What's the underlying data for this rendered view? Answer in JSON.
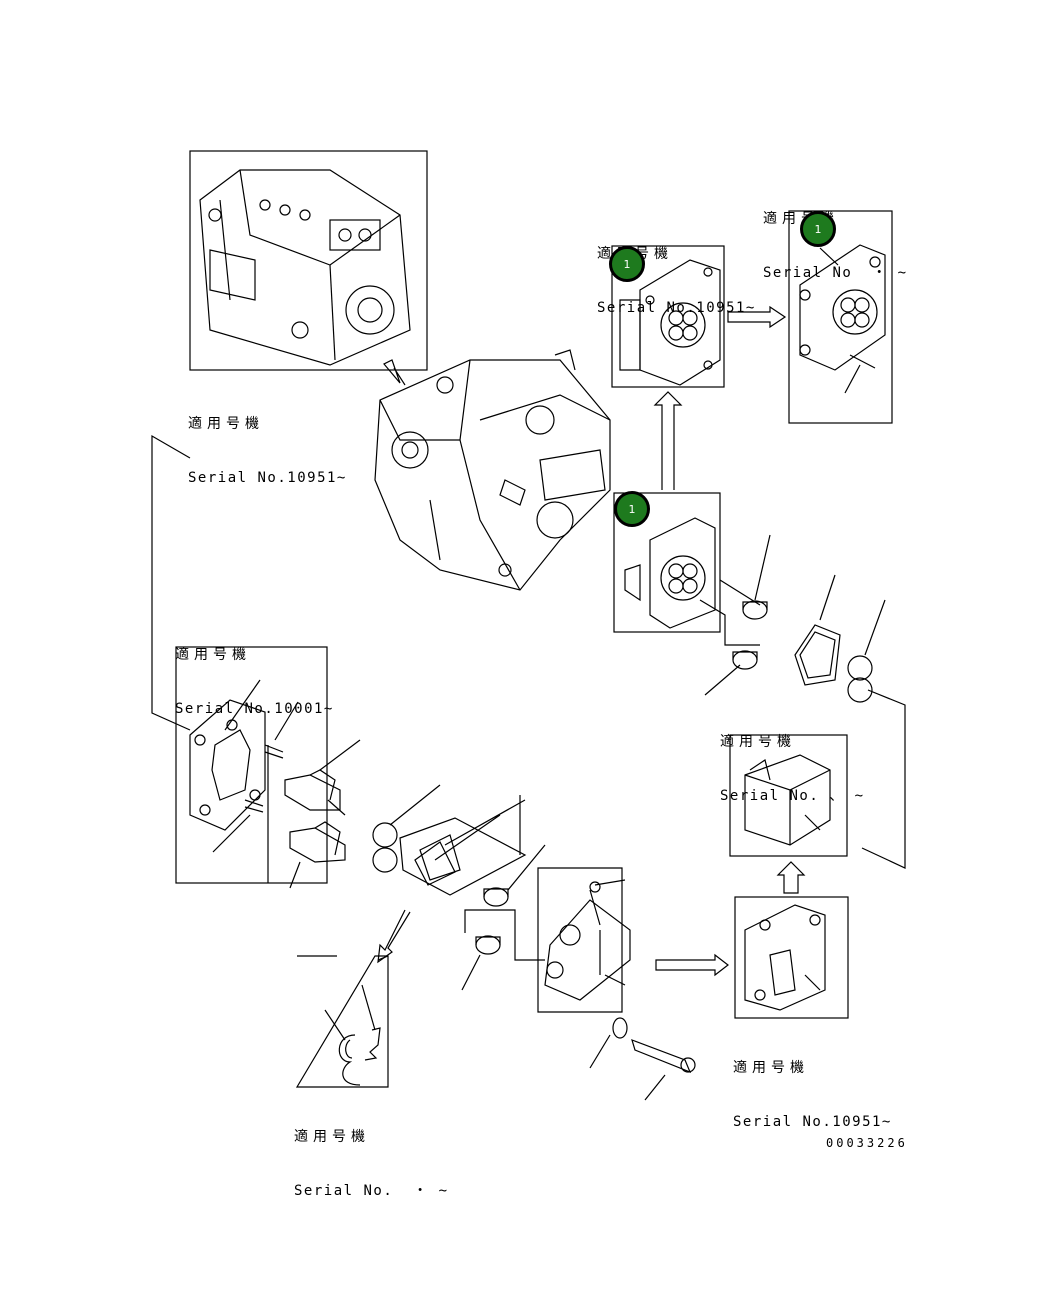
{
  "labels": {
    "top_left": {
      "jp": "適用号機",
      "serial": "Serial No.10951~"
    },
    "top_mid": {
      "jp": "適用号機",
      "serial": "Serial No.10951~"
    },
    "top_right": {
      "jp": "適用号機",
      "serial": "Serial No  ・ ~"
    },
    "left_mid": {
      "jp": "適用号機",
      "serial": "Serial No.10001~"
    },
    "right_mid": {
      "jp": "適用号機",
      "serial": "Serial No. 、 ~"
    },
    "bottom_right": {
      "jp": "適用号機",
      "serial": "Serial No.10951~"
    },
    "bottom_left": {
      "jp": "適用号機",
      "serial": "Serial No.  ・ ~"
    }
  },
  "badges": {
    "a": "1",
    "b": "1",
    "c": "1"
  },
  "drawing_code": "00033226"
}
